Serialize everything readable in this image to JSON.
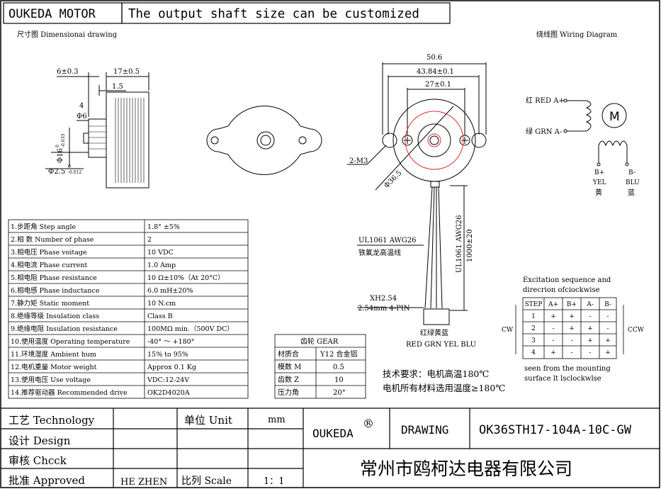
{
  "header": {
    "brand": "OUKEDA MOTOR",
    "subtitle": "The output shaft size can be customized"
  },
  "drawing": {
    "dimensional_label": "尺寸图 Dimensionai drawing",
    "wiring_label": "绕线图 Wiring Diagram",
    "side_view": {
      "dim_6": "6±0.3",
      "dim_17": "17±0.5",
      "dim_1_5": "1.5",
      "dim_4": "4",
      "dim_phi6": "Φ6",
      "dim_phi16": "Φ16",
      "dim_phi16_tol_top": "0",
      "dim_phi16_tol_bot": "-0.033",
      "dim_phi2_5": "Φ2.5",
      "dim_phi2_5_tol_top": "0",
      "dim_phi2_5_tol_bot": "-0.012"
    },
    "front_view": {
      "dim_50_6": "50.6",
      "dim_43_84": "43.84±0.1",
      "dim_27": "27±0.1",
      "dim_2_m3": "2-M3",
      "dim_phi36_5": "Φ36.5",
      "cable_label": "UL1061 AWG26",
      "cable_length": "1000±20",
      "cable_label_left": "UL1061 AWG26",
      "cable_label_left_cn": "铁氟龙高温线",
      "connector_label": "XH2.54",
      "connector_desc": "2.54mm 4-PIN",
      "wire_colors_cn": "红绿黄蓝",
      "wire_colors_en": "RED GRN YEL BLU"
    },
    "wiring": {
      "a_plus": "红 RED A+",
      "a_minus": "绿 GRN A-",
      "motor_symbol": "M",
      "b_plus": "B+",
      "b_minus": "B-",
      "b_plus_color": "YEL",
      "b_minus_color": "BLU",
      "b_plus_cn": "黄",
      "b_minus_cn": "蓝"
    }
  },
  "specs": [
    {
      "label": "1.步距角 Step angle",
      "value": "1.8° ±5%"
    },
    {
      "label": "2.相  数 Number of phase",
      "value": "2"
    },
    {
      "label": "3.相电压 Phase voitage",
      "value": "10 VDC"
    },
    {
      "label": "4.相电流 Phase current",
      "value": "1.0 Amp"
    },
    {
      "label": "5.相电阻 Phase resistance",
      "value": "10 Ω±10%（At 20°C）"
    },
    {
      "label": "6.相电感 Phase inductance",
      "value": "6.0 mH±20%"
    },
    {
      "label": "7.静力矩 Static moment",
      "value": "10 N.cm"
    },
    {
      "label": "8.绝缘等级 Insulation class",
      "value": "Class B"
    },
    {
      "label": "9.绝缘电阻 Insulation resistance",
      "value": "100MΩ min.（500V DC）"
    },
    {
      "label": "10.使用温度 Operating temperature",
      "value": "-40° ～ +180°"
    },
    {
      "label": "11.环境湿度 Ambient hum",
      "value": "15% to 95%"
    },
    {
      "label": "12.电机重量 Motor weight",
      "value": "Approx 0.1 Kg"
    },
    {
      "label": "13.使用电压 Use voltage",
      "value": "VDC:12-24V"
    },
    {
      "label": "14.推荐驱动器 Recommended drive",
      "value": "OK2D4020A"
    }
  ],
  "gear": {
    "title": "齿轮 GEAR",
    "rows": [
      {
        "label": "材质合",
        "value": "Y12 合金铝"
      },
      {
        "label": "模数 M",
        "value": "0.5"
      },
      {
        "label": "齿数 Z",
        "value": "10"
      },
      {
        "label": "压力角",
        "value": "20°"
      }
    ]
  },
  "excitation": {
    "title1": "Excitation sequence and",
    "title2": "direcrion ofciockwise",
    "headers": [
      "STEP",
      "A+",
      "B+",
      "A-",
      "B-"
    ],
    "rows": [
      [
        "1",
        "+",
        "+",
        "-",
        "-"
      ],
      [
        "2",
        "-",
        "+",
        "+",
        "-"
      ],
      [
        "3",
        "-",
        "-",
        "+",
        "+"
      ],
      [
        "4",
        "+",
        "-",
        "-",
        "+"
      ]
    ],
    "cw": "CW",
    "ccw": "CCW",
    "note1": "seen from the mounting",
    "note2": "surface lt lsclockwlse"
  },
  "tech_note": {
    "line1": "技术要求：电机高温180℃",
    "line2": "电机所有材料选用温度≥180℃"
  },
  "title_block": {
    "technology": "工艺 Technology",
    "design": "设计 Design",
    "check": "审核 Chcck",
    "approved": "批准 Approved",
    "approved_by": "HE ZHEN",
    "unit_label": "单位 Unit",
    "unit_value": "mm",
    "scale_label": "比列 Scale",
    "scale_value": "1：1",
    "brand": "OUKEDA",
    "registered": "®",
    "drawing": "DRAWING",
    "part_number": "OK36STH17-104A-10C-GW",
    "company": "常州市鸥柯达电器有限公司"
  },
  "colors": {
    "line": "#000000",
    "red_circle": "#e03030"
  }
}
